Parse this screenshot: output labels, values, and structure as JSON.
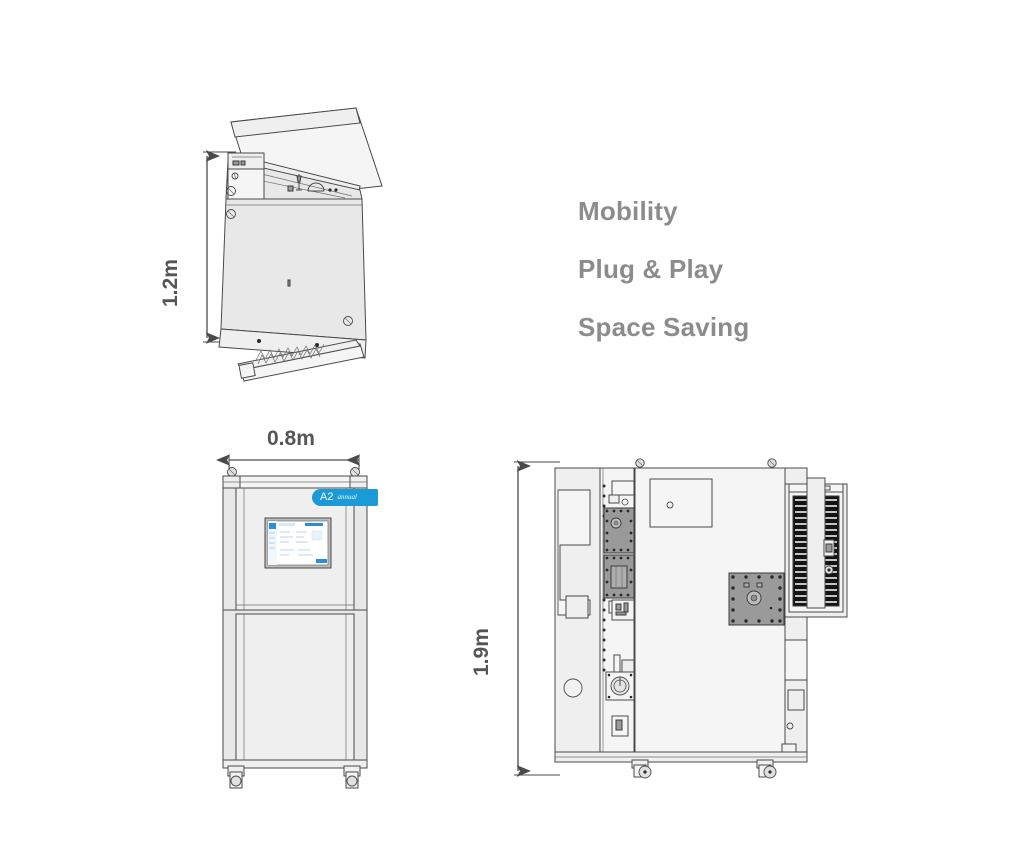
{
  "illustration": {
    "title": "Benchtop analyzer dimensional views",
    "background_color": "#ffffff",
    "body_fill": "#e8e8e8",
    "body_fill_light": "#efefef",
    "outline_color": "#4a4a4a",
    "detail_gray": "#9a9a9a",
    "dark_fill": "#141414",
    "accent_color": "#1a9ad7",
    "text_color": "#8c8c8c",
    "dimension_text_color": "#555555"
  },
  "features": {
    "items": [
      {
        "label": "Mobility"
      },
      {
        "label": "Plug & Play"
      },
      {
        "label": "Space Saving"
      }
    ]
  },
  "views": {
    "tilted": {
      "name": "tilted-open-view",
      "dimension": {
        "label": "1.2m",
        "orientation": "vertical",
        "value": 1.2,
        "unit": "m"
      }
    },
    "front": {
      "name": "front-view",
      "dimension": {
        "label": "0.8m",
        "orientation": "horizontal",
        "value": 0.8,
        "unit": "m"
      },
      "badge": {
        "model": "A2",
        "brand": "annual"
      },
      "touchscreen": {
        "name": "hmi-touchscreen",
        "ui_accent": "#2b8fd4"
      },
      "casters": 2
    },
    "side": {
      "name": "side-cutaway-view",
      "dimension": {
        "label": "1.9m",
        "orientation": "vertical",
        "value": 1.9,
        "unit": "m"
      },
      "casters": 2
    }
  }
}
